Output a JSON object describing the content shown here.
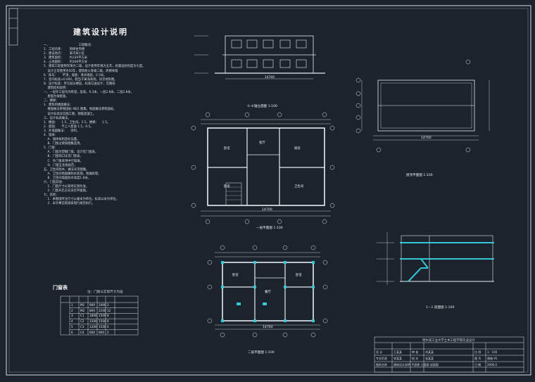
{
  "sheet": {
    "title": "建筑设计说明",
    "notes": [
      "一、                              工程概况：",
      "1．工程名称：      新修住宅楼",
      "2．建设地点：      某市某小区",
      "3．建筑面积：      约330平方米",
      "4．占地面积：      约166平方米",
      "5．建筑工程使用年限为二级，设计使用年限为五年，抗震设防烈度为七度。",
      "    设计正常使用为50年，建筑耐火等级二级，砖砌体墙",
      "6．抹灰：     平顶，墙面：清水墙面，0.5米。",
      "7．室内标高±0.000，相当于黄海高程，详见地形图。",
      "8．设计标高：单元层分楼层，标高已由设计，见图纸",
      "    建筑结构说明：",
      "一、一层外三层均为砖混，层高。0.3米，一层2.8米，二层2.8米，",
      "    屋面为坡屋面。",
      "二、楼梯：",
      "1．建筑的楼面做法：",
      "    楼面做法参照国标 98J1 图集，地面做法参照国标。",
      "    设计标高详见施工图，钢筋混凝土。",
      "三、设计标高做法。",
      "1．楼面：    1.5，卫生间，5.5，楼梯：    1.5。",
      "2．屋面：    不上人屋面 1.5，0.5。",
      "3．外墙面做法：    涂料。",
      "4．墙体：",
      "    A．墙体按构造柱设置。",
      "    B．门窗过梁按图集选用。",
      "5．门窗：",
      "    A．门窗为塑钢门窗，设计见门窗表。",
      "    B．门窗洞口详见门窗表。",
      "    C．外门窗采用中空玻璃。",
      "    D．门窗五金按规范。",
      "五、卫生间防水，做法详见图集。",
      "    A．卫生间地面做防水处理，地漏处理。",
      "    B．卫生间墙面防水高度1.8米。",
      "六、门窗其他：",
      "    1．门窗尺寸以现场实测为准。",
      "    2．门窗开启方向详见平面图。",
      "七、其他：",
      "    1．本图纸所注尺寸以毫米为单位，标高以米为单位。",
      "    2．未尽事宜按国家现行规范执行。"
    ],
    "door_table": {
      "title": "门窗表",
      "note": "注：门窗以实际尺寸为准",
      "rows": [
        {
          "no": "1",
          "name": "M1",
          "w": "900",
          "h": "2400",
          "n": "2"
        },
        {
          "no": "2",
          "name": "M2",
          "w": "800",
          "h": "2100",
          "n": "12"
        },
        {
          "no": "3",
          "name": "C1",
          "w": "1800",
          "h": "1500",
          "n": "8"
        },
        {
          "no": "4",
          "name": "C2",
          "w": "1500",
          "h": "1500",
          "n": "6"
        },
        {
          "no": "5",
          "name": "C3",
          "w": "1200",
          "h": "1500",
          "n": "4"
        },
        {
          "no": "6",
          "name": "C4",
          "w": "600",
          "h": "900",
          "n": "2"
        }
      ]
    }
  },
  "drawings": {
    "elevation_label": "①-⑥轴立面图  1:100",
    "elevation_dim": "14700",
    "plan1_label": "一层平面图  1:100",
    "plan1_dim": "14700",
    "plan2_label": "二层平面图  1:100",
    "plan2_dim": "14700",
    "roof_label": "屋顶平面图  1:100",
    "roof_dim": "14700",
    "section_label": "1—1 剖面图  1:100",
    "room_labels": [
      "卧室",
      "卧室",
      "客厅",
      "厨房",
      "卫生间",
      "卧室",
      "餐厅",
      "卧室"
    ]
  },
  "title_block": {
    "school": "哈尔滨工业大学土木工程学院毕业设计",
    "rows": [
      [
        "设  计",
        "王某某",
        "审  核",
        "刘某某",
        "比  例",
        "1：100"
      ],
      [
        "专业负责",
        "李某某",
        "校  对",
        "张某某",
        "图  号",
        "建施-01"
      ],
      [
        "图纸名称",
        "建筑设计说明  平面图  立面图  剖面图",
        "",
        "",
        "日  期",
        "2006.6"
      ]
    ]
  }
}
